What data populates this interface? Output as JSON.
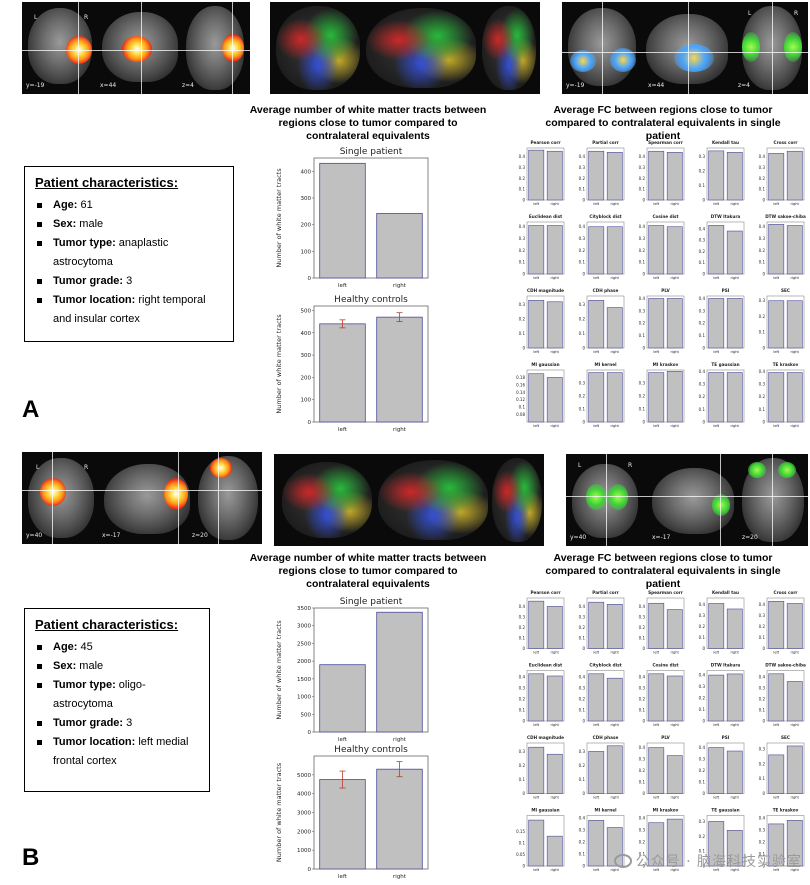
{
  "panels": [
    {
      "id": "a",
      "letter": "A",
      "image_labels": {
        "fmri": [
          "L",
          "R",
          "y=-19",
          "x=44",
          "z=4"
        ],
        "fc": [
          "L",
          "R",
          "y=-19",
          "x=44",
          "z=4"
        ]
      },
      "patient": {
        "title": "Patient characteristics:",
        "items": [
          {
            "key": "Age:",
            "value": " 61"
          },
          {
            "key": "Sex:",
            "value": " male"
          },
          {
            "key": "Tumor type:",
            "value": " anaplastic astrocytoma"
          },
          {
            "key": "Tumor grade:",
            "value": " 3"
          },
          {
            "key": "Tumor location:",
            "value": " right temporal and insular cortex"
          }
        ]
      },
      "tracts_heading": "Average number of white matter tracts between regions close to tumor compared to contralateral equivalents",
      "fc_heading": "Average FC between regions close to tumor compared to contralateral equivalents in single patient"
    },
    {
      "id": "b",
      "letter": "B",
      "image_labels": {
        "fmri": [
          "L",
          "R",
          "y=40",
          "x=-17",
          "z=20"
        ],
        "fc": [
          "L",
          "R",
          "y=40",
          "x=-17",
          "z=20"
        ]
      },
      "patient": {
        "title": "Patient characteristics:",
        "items": [
          {
            "key": "Age:",
            "value": " 45"
          },
          {
            "key": "Sex:",
            "value": " male"
          },
          {
            "key": "Tumor type:",
            "value": " oligo-astrocytoma"
          },
          {
            "key": "Tumor grade:",
            "value": " 3"
          },
          {
            "key": "Tumor location:",
            "value": " left medial frontal cortex"
          }
        ]
      },
      "tracts_heading": "Average number of white matter tracts between regions close to tumor compared to contralateral equivalents",
      "fc_heading": "Average FC between regions close to tumor compared to contralateral equivalents in single patient"
    }
  ],
  "watermark": "公众号 · 脑海科技实验室",
  "colors": {
    "bar": "#c0c0c0",
    "bar_edge": "#4b4b9a",
    "error": "#c0392b"
  },
  "chart_data": [
    {
      "type": "bar",
      "panel": "A",
      "title": "Single patient",
      "categories": [
        "left",
        "right"
      ],
      "values": [
        430,
        242
      ],
      "ylabel": "Number of white matter tracts",
      "ylim": [
        0,
        450
      ],
      "yticks": [
        0,
        100,
        200,
        300,
        400
      ]
    },
    {
      "type": "bar",
      "panel": "A",
      "title": "Healthy controls",
      "categories": [
        "left",
        "right"
      ],
      "values": [
        440,
        470
      ],
      "errors": [
        18,
        20
      ],
      "ylabel": "Number of white matter tracts",
      "ylim": [
        0,
        520
      ],
      "yticks": [
        0,
        100,
        200,
        300,
        400,
        500
      ]
    },
    {
      "type": "bar",
      "panel": "A",
      "title": "FC measures",
      "categories": [
        "left",
        "right"
      ],
      "subplots": [
        {
          "title": "Pearson corr",
          "values": [
            0.46,
            0.45
          ],
          "ylim": [
            0,
            0.48
          ],
          "yticks": [
            0,
            0.1,
            0.2,
            0.3,
            0.4
          ]
        },
        {
          "title": "Partial corr",
          "values": [
            0.45,
            0.44
          ],
          "ylim": [
            0,
            0.48
          ],
          "yticks": [
            0,
            0.1,
            0.2,
            0.3,
            0.4
          ]
        },
        {
          "title": "Spearman corr",
          "values": [
            0.45,
            0.44
          ],
          "ylim": [
            0,
            0.48
          ],
          "yticks": [
            0,
            0.1,
            0.2,
            0.3,
            0.4
          ]
        },
        {
          "title": "Kendall tau",
          "values": [
            0.34,
            0.33
          ],
          "ylim": [
            0,
            0.36
          ],
          "yticks": [
            0,
            0.1,
            0.2,
            0.3
          ]
        },
        {
          "title": "Cross corr",
          "values": [
            0.43,
            0.45
          ],
          "ylim": [
            0,
            0.48
          ],
          "yticks": [
            0,
            0.1,
            0.2,
            0.3,
            0.4
          ]
        },
        {
          "title": "Euclidean dist",
          "values": [
            0.41,
            0.41
          ],
          "ylim": [
            0,
            0.44
          ],
          "yticks": [
            0,
            0.1,
            0.2,
            0.3,
            0.4
          ]
        },
        {
          "title": "Cityblock dist",
          "values": [
            0.4,
            0.4
          ],
          "ylim": [
            0,
            0.44
          ],
          "yticks": [
            0,
            0.1,
            0.2,
            0.3,
            0.4
          ]
        },
        {
          "title": "Cosine dist",
          "values": [
            0.41,
            0.4
          ],
          "ylim": [
            0,
            0.44
          ],
          "yticks": [
            0,
            0.1,
            0.2,
            0.3,
            0.4
          ]
        },
        {
          "title": "DTW Itakura",
          "values": [
            0.43,
            0.38
          ],
          "ylim": [
            0,
            0.46
          ],
          "yticks": [
            0,
            0.1,
            0.2,
            0.3,
            0.4
          ]
        },
        {
          "title": "DTW sakoe-chiba",
          "values": [
            0.42,
            0.41
          ],
          "ylim": [
            0,
            0.44
          ],
          "yticks": [
            0,
            0.1,
            0.2,
            0.3,
            0.4
          ]
        },
        {
          "title": "CDH magnitude",
          "values": [
            0.33,
            0.32
          ],
          "ylim": [
            0,
            0.36
          ],
          "yticks": [
            0,
            0.1,
            0.2,
            0.3
          ]
        },
        {
          "title": "CDH phase",
          "values": [
            0.33,
            0.28
          ],
          "ylim": [
            0,
            0.36
          ],
          "yticks": [
            0,
            0.1,
            0.2,
            0.3
          ]
        },
        {
          "title": "PLV",
          "values": [
            0.4,
            0.4
          ],
          "ylim": [
            0,
            0.42
          ],
          "yticks": [
            0,
            0.1,
            0.2,
            0.3,
            0.4
          ]
        },
        {
          "title": "PSI",
          "values": [
            0.4,
            0.4
          ],
          "ylim": [
            0,
            0.42
          ],
          "yticks": [
            0,
            0.1,
            0.2,
            0.3,
            0.4
          ]
        },
        {
          "title": "SEC",
          "values": [
            0.3,
            0.3
          ],
          "ylim": [
            0,
            0.33
          ],
          "yticks": [
            0,
            0.1,
            0.2,
            0.3
          ]
        },
        {
          "title": "MI gaussian",
          "values": [
            0.19,
            0.18
          ],
          "ylim": [
            0.06,
            0.2
          ],
          "yticks": [
            0.08,
            0.1,
            0.12,
            0.14,
            0.16,
            0.18
          ]
        },
        {
          "title": "MI kernel",
          "values": [
            0.38,
            0.38
          ],
          "ylim": [
            0,
            0.4
          ],
          "yticks": [
            0,
            0.1,
            0.2,
            0.3
          ]
        },
        {
          "title": "MI kraskov",
          "values": [
            0.38,
            0.39
          ],
          "ylim": [
            0,
            0.4
          ],
          "yticks": [
            0,
            0.1,
            0.2,
            0.3
          ]
        },
        {
          "title": "TE gaussian",
          "values": [
            0.39,
            0.39
          ],
          "ylim": [
            0,
            0.41
          ],
          "yticks": [
            0,
            0.1,
            0.2,
            0.3,
            0.4
          ]
        },
        {
          "title": "TE kraskov",
          "values": [
            0.39,
            0.39
          ],
          "ylim": [
            0,
            0.41
          ],
          "yticks": [
            0,
            0.1,
            0.2,
            0.3,
            0.4
          ]
        }
      ]
    },
    {
      "type": "bar",
      "panel": "B",
      "title": "Single patient",
      "categories": [
        "left",
        "right"
      ],
      "values": [
        1900,
        3380
      ],
      "ylabel": "Number of white matter tracts",
      "ylim": [
        0,
        3500
      ],
      "yticks": [
        0,
        500,
        1000,
        1500,
        2000,
        2500,
        3000,
        3500
      ]
    },
    {
      "type": "bar",
      "panel": "B",
      "title": "Healthy controls",
      "categories": [
        "left",
        "right"
      ],
      "values": [
        4750,
        5300
      ],
      "errors": [
        450,
        400
      ],
      "ylabel": "Number of white matter tracts",
      "ylim": [
        0,
        6000
      ],
      "yticks": [
        0,
        1000,
        2000,
        3000,
        4000,
        5000
      ]
    },
    {
      "type": "bar",
      "panel": "B",
      "title": "FC measures",
      "categories": [
        "left",
        "right"
      ],
      "subplots": [
        {
          "title": "Pearson corr",
          "values": [
            0.45,
            0.4
          ],
          "ylim": [
            0,
            0.48
          ],
          "yticks": [
            0,
            0.1,
            0.2,
            0.3,
            0.4
          ]
        },
        {
          "title": "Partial corr",
          "values": [
            0.44,
            0.42
          ],
          "ylim": [
            0,
            0.48
          ],
          "yticks": [
            0,
            0.1,
            0.2,
            0.3,
            0.4
          ]
        },
        {
          "title": "Spearman corr",
          "values": [
            0.43,
            0.37
          ],
          "ylim": [
            0,
            0.48
          ],
          "yticks": [
            0,
            0.1,
            0.2,
            0.3,
            0.4
          ]
        },
        {
          "title": "Kendall tau",
          "values": [
            0.41,
            0.36
          ],
          "ylim": [
            0,
            0.46
          ],
          "yticks": [
            0,
            0.1,
            0.2,
            0.3,
            0.4
          ]
        },
        {
          "title": "Cross corr",
          "values": [
            0.43,
            0.41
          ],
          "ylim": [
            0,
            0.46
          ],
          "yticks": [
            0,
            0.1,
            0.2,
            0.3,
            0.4
          ]
        },
        {
          "title": "Euclidean dist",
          "values": [
            0.43,
            0.41
          ],
          "ylim": [
            0,
            0.46
          ],
          "yticks": [
            0,
            0.1,
            0.2,
            0.3,
            0.4
          ]
        },
        {
          "title": "Cityblock dist",
          "values": [
            0.43,
            0.39
          ],
          "ylim": [
            0,
            0.46
          ],
          "yticks": [
            0,
            0.1,
            0.2,
            0.3,
            0.4
          ]
        },
        {
          "title": "Cosine dist",
          "values": [
            0.43,
            0.41
          ],
          "ylim": [
            0,
            0.46
          ],
          "yticks": [
            0,
            0.1,
            0.2,
            0.3,
            0.4
          ]
        },
        {
          "title": "DTW Itakura",
          "values": [
            0.4,
            0.41
          ],
          "ylim": [
            0,
            0.44
          ],
          "yticks": [
            0,
            0.1,
            0.2,
            0.3,
            0.4
          ]
        },
        {
          "title": "DTW sakoe-chiba",
          "values": [
            0.43,
            0.36
          ],
          "ylim": [
            0,
            0.46
          ],
          "yticks": [
            0,
            0.1,
            0.2,
            0.3,
            0.4
          ]
        },
        {
          "title": "CDH magnitude",
          "values": [
            0.33,
            0.28
          ],
          "ylim": [
            0,
            0.36
          ],
          "yticks": [
            0,
            0.1,
            0.2,
            0.3
          ]
        },
        {
          "title": "CDH phase",
          "values": [
            0.3,
            0.34
          ],
          "ylim": [
            0,
            0.36
          ],
          "yticks": [
            0,
            0.1,
            0.2,
            0.3
          ]
        },
        {
          "title": "PLV",
          "values": [
            0.4,
            0.33
          ],
          "ylim": [
            0,
            0.44
          ],
          "yticks": [
            0,
            0.1,
            0.2,
            0.3,
            0.4
          ]
        },
        {
          "title": "PSI",
          "values": [
            0.4,
            0.37
          ],
          "ylim": [
            0,
            0.44
          ],
          "yticks": [
            0,
            0.1,
            0.2,
            0.3,
            0.4
          ]
        },
        {
          "title": "SEC",
          "values": [
            0.26,
            0.32
          ],
          "ylim": [
            0,
            0.34
          ],
          "yticks": [
            0,
            0.1,
            0.2,
            0.3
          ]
        },
        {
          "title": "MI gaussian",
          "values": [
            0.2,
            0.13
          ],
          "ylim": [
            0,
            0.22
          ],
          "yticks": [
            0,
            0.05,
            0.1,
            0.15
          ]
        },
        {
          "title": "MI kernel",
          "values": [
            0.38,
            0.32
          ],
          "ylim": [
            0,
            0.42
          ],
          "yticks": [
            0,
            0.1,
            0.2,
            0.3,
            0.4
          ]
        },
        {
          "title": "MI kraskov",
          "values": [
            0.36,
            0.39
          ],
          "ylim": [
            0,
            0.42
          ],
          "yticks": [
            0,
            0.1,
            0.2,
            0.3,
            0.4
          ]
        },
        {
          "title": "TE gaussian",
          "values": [
            0.3,
            0.24
          ],
          "ylim": [
            0,
            0.34
          ],
          "yticks": [
            0,
            0.1,
            0.2,
            0.3
          ]
        },
        {
          "title": "TE kraskov",
          "values": [
            0.35,
            0.38
          ],
          "ylim": [
            0,
            0.42
          ],
          "yticks": [
            0,
            0.1,
            0.2,
            0.3,
            0.4
          ]
        }
      ]
    }
  ]
}
